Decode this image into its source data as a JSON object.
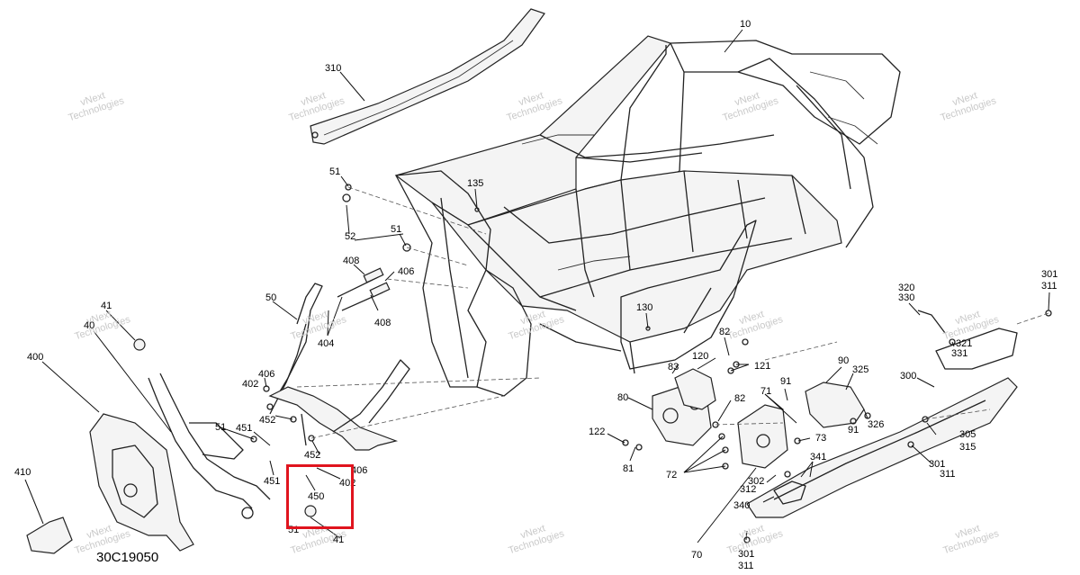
{
  "diagram": {
    "code": "30C19050",
    "watermark": [
      "vNext",
      "Technologies"
    ],
    "highlight_color": "#e0141e",
    "callouts": [
      {
        "id": "c10",
        "text": "10"
      },
      {
        "id": "c310",
        "text": "310"
      },
      {
        "id": "c51a",
        "text": "51"
      },
      {
        "id": "c135",
        "text": "135"
      },
      {
        "id": "c52",
        "text": "52"
      },
      {
        "id": "c51b",
        "text": "51"
      },
      {
        "id": "c408a",
        "text": "408"
      },
      {
        "id": "c406a",
        "text": "406"
      },
      {
        "id": "c408b",
        "text": "408"
      },
      {
        "id": "c50",
        "text": "50"
      },
      {
        "id": "c404",
        "text": "404"
      },
      {
        "id": "c41a",
        "text": "41"
      },
      {
        "id": "c40",
        "text": "40"
      },
      {
        "id": "c400",
        "text": "400"
      },
      {
        "id": "c130",
        "text": "130"
      },
      {
        "id": "c406b",
        "text": "406"
      },
      {
        "id": "c402a",
        "text": "402"
      },
      {
        "id": "c452a",
        "text": "452"
      },
      {
        "id": "c51c",
        "text": "51"
      },
      {
        "id": "c451a",
        "text": "451"
      },
      {
        "id": "c452b",
        "text": "452"
      },
      {
        "id": "c451b",
        "text": "451"
      },
      {
        "id": "c406c",
        "text": "406"
      },
      {
        "id": "c402b",
        "text": "402"
      },
      {
        "id": "c450",
        "text": "450"
      },
      {
        "id": "c51d",
        "text": "51"
      },
      {
        "id": "c41b",
        "text": "41"
      },
      {
        "id": "c410",
        "text": "410"
      },
      {
        "id": "c82a",
        "text": "82"
      },
      {
        "id": "c120",
        "text": "120"
      },
      {
        "id": "c121",
        "text": "121"
      },
      {
        "id": "c83",
        "text": "83"
      },
      {
        "id": "c80",
        "text": "80"
      },
      {
        "id": "c82b",
        "text": "82"
      },
      {
        "id": "c71",
        "text": "71"
      },
      {
        "id": "c122",
        "text": "122"
      },
      {
        "id": "c81",
        "text": "81"
      },
      {
        "id": "c72",
        "text": "72"
      },
      {
        "id": "c73",
        "text": "73"
      },
      {
        "id": "c302",
        "text": "302"
      },
      {
        "id": "c312",
        "text": "312"
      },
      {
        "id": "c341",
        "text": "341"
      },
      {
        "id": "c340",
        "text": "340"
      },
      {
        "id": "c70",
        "text": "70"
      },
      {
        "id": "c301a",
        "text": "301"
      },
      {
        "id": "c311a",
        "text": "311"
      },
      {
        "id": "c90",
        "text": "90"
      },
      {
        "id": "c91a",
        "text": "91"
      },
      {
        "id": "c325",
        "text": "325"
      },
      {
        "id": "c326",
        "text": "326"
      },
      {
        "id": "c91b",
        "text": "91"
      },
      {
        "id": "c300",
        "text": "300"
      },
      {
        "id": "c305",
        "text": "305"
      },
      {
        "id": "c315",
        "text": "315"
      },
      {
        "id": "c301b",
        "text": "301"
      },
      {
        "id": "c311b",
        "text": "311"
      },
      {
        "id": "c320",
        "text": "320"
      },
      {
        "id": "c330",
        "text": "330"
      },
      {
        "id": "c321",
        "text": "321"
      },
      {
        "id": "c331",
        "text": "331"
      },
      {
        "id": "c301c",
        "text": "301"
      },
      {
        "id": "c311c",
        "text": "311"
      }
    ]
  }
}
